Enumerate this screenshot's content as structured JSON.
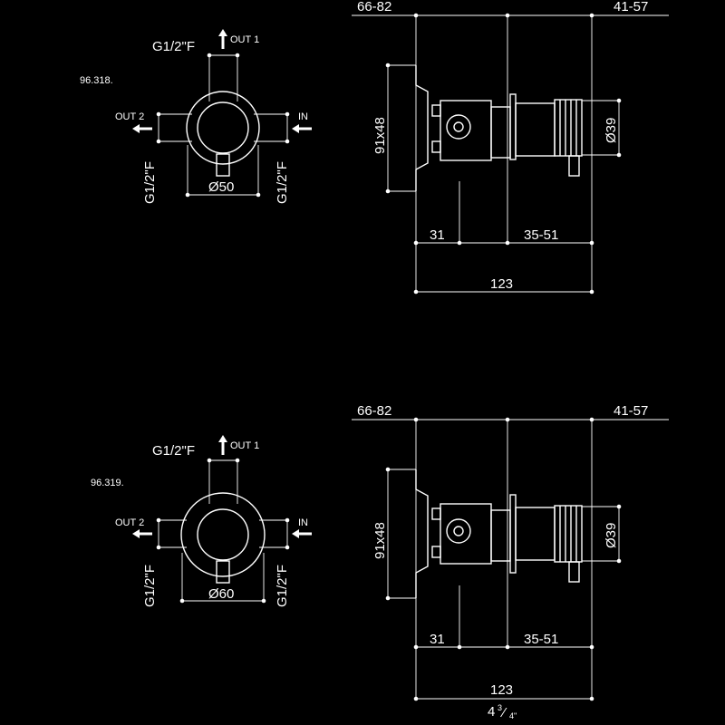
{
  "diagrams": [
    {
      "model": "96.318.",
      "thread": "G1/2\"F",
      "out1": "OUT 1",
      "out2": "OUT 2",
      "in": "IN",
      "diameter": "Ø50",
      "side": {
        "top_left": "66-82",
        "top_right": "41-57",
        "plate": "91x48",
        "stem": "Ø39",
        "bottom_a": "31",
        "bottom_b": "35-51",
        "total": "123"
      }
    },
    {
      "model": "96.319.",
      "thread": "G1/2\"F",
      "out1": "OUT 1",
      "out2": "OUT 2",
      "in": "IN",
      "diameter": "Ø60",
      "side": {
        "top_left": "66-82",
        "top_right": "41-57",
        "plate": "91x48",
        "stem": "Ø39",
        "bottom_a": "31",
        "bottom_b": "35-51",
        "total": "123",
        "inch_whole": "4",
        "inch_num": "3",
        "inch_den": "4\""
      }
    }
  ]
}
